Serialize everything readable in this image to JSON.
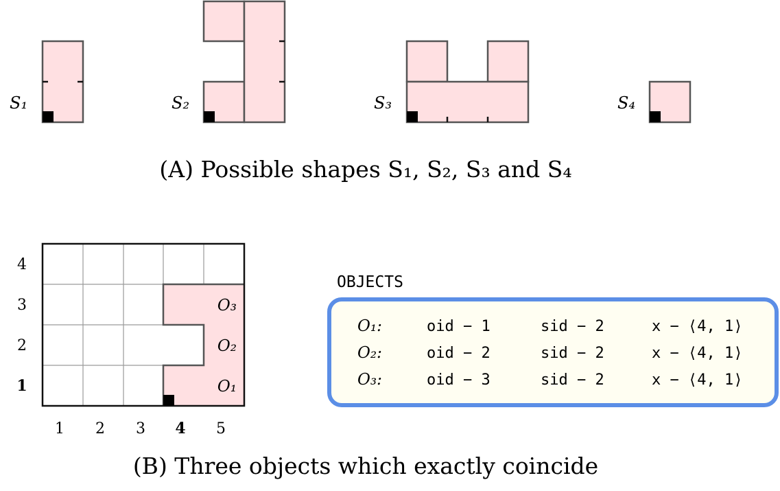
{
  "shapes": {
    "caption": "(A) Possible shapes S₁, S₂, S₃ and S₄",
    "labels": [
      "S₁",
      "S₂",
      "S₃",
      "S₄"
    ]
  },
  "grid": {
    "caption": "(B) Three objects which exactly coincide",
    "x_labels": [
      "1",
      "2",
      "3",
      "4",
      "5"
    ],
    "y_labels": [
      "1",
      "2",
      "3",
      "4"
    ],
    "bold_x": "4",
    "bold_y": "1",
    "object_labels": [
      "O₁",
      "O₂",
      "O₃"
    ]
  },
  "objects_panel": {
    "title": "OBJECTS",
    "rows": [
      {
        "name": "O₁:",
        "oid": "oid − 1",
        "sid": "sid − 2",
        "x": "x − ⟨4, 1⟩"
      },
      {
        "name": "O₂:",
        "oid": "oid − 2",
        "sid": "sid − 2",
        "x": "x − ⟨4, 1⟩"
      },
      {
        "name": "O₃:",
        "oid": "oid − 3",
        "sid": "sid − 2",
        "x": "x − ⟨4, 1⟩"
      }
    ]
  },
  "colors": {
    "shape_fill": "#ffe0e2",
    "box_border": "#5b8ee6",
    "box_fill": "#fffef2"
  }
}
